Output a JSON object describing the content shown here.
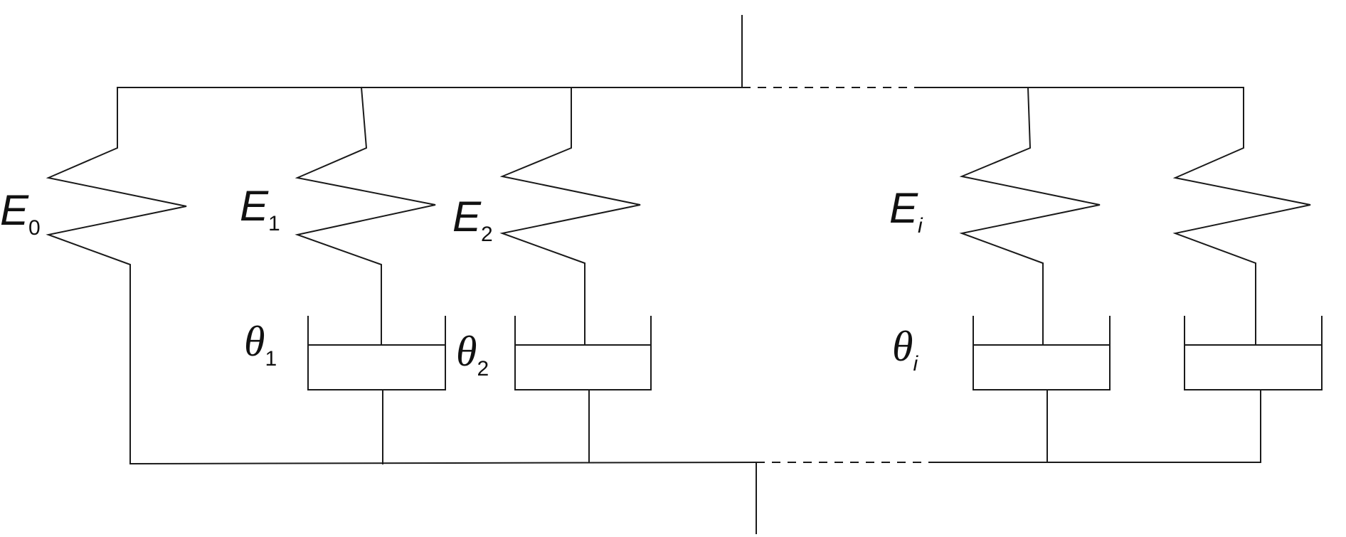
{
  "diagram": {
    "labels": {
      "e0": {
        "main": "E",
        "sub": "0"
      },
      "e1": {
        "main": "E",
        "sub": "1"
      },
      "e2": {
        "main": "E",
        "sub": "2"
      },
      "ei": {
        "main": "E",
        "sub": "i"
      },
      "theta1": {
        "main": "θ",
        "sub": "1"
      },
      "theta2": {
        "main": "θ",
        "sub": "2"
      },
      "thetai": {
        "main": "θ",
        "sub": "i"
      }
    }
  }
}
